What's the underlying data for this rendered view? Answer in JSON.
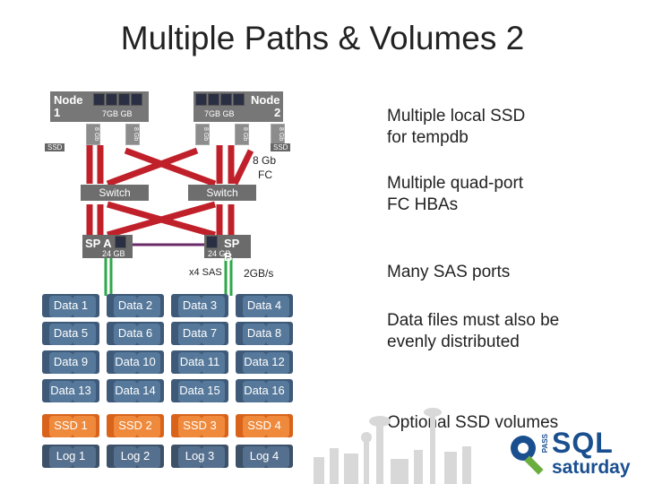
{
  "title": "Multiple Paths & Volumes 2",
  "nodes": [
    {
      "label_line1": "Node",
      "label_line2": "1",
      "memory": "7GB GB",
      "ssd": "SSD"
    },
    {
      "label_line1": "Node",
      "label_line2": "2",
      "memory": "7GB GB",
      "ssd": "SSD"
    }
  ],
  "hba_card_text": "8 Gb",
  "fc_label": "8 Gb\nFC",
  "fc_label_line1": "8 Gb",
  "fc_label_line2": "FC",
  "switches": [
    "Switch",
    "Switch"
  ],
  "storage_processors": [
    {
      "label": "SP A",
      "memory": "24 GB"
    },
    {
      "label": "SP B",
      "memory": "24 GB"
    }
  ],
  "sas_label": "x4 SAS",
  "bandwidth_label": "2GB/s",
  "data_volumes": [
    [
      "Data 1",
      "Data 2",
      "Data 3",
      "Data 4"
    ],
    [
      "Data 5",
      "Data 6",
      "Data 7",
      "Data 8"
    ],
    [
      "Data 9",
      "Data 10",
      "Data 11",
      "Data 12"
    ],
    [
      "Data 13",
      "Data 14",
      "Data 15",
      "Data 16"
    ]
  ],
  "ssd_volumes": [
    "SSD 1",
    "SSD 2",
    "SSD 3",
    "SSD 4"
  ],
  "log_volumes": [
    "Log 1",
    "Log 2",
    "Log 3",
    "Log 4"
  ],
  "bullets": [
    {
      "line1": "Multiple local SSD",
      "line2": "for tempdb"
    },
    {
      "line1": "Multiple quad-port",
      "line2": "FC HBAs"
    },
    {
      "line1": "Many SAS ports",
      "line2": ""
    },
    {
      "line1": "Data files must also be",
      "line2": "evenly distributed"
    },
    {
      "line1": "Optional SSD volumes",
      "line2": ""
    }
  ],
  "logo": {
    "pass": "PASS",
    "sql": "SQL",
    "saturday": "saturday"
  },
  "colors": {
    "node_gray": "#777777",
    "fc_red": "#c0202a",
    "sas_green": "#2ea84a",
    "sp_link_purple": "#6a2a6a",
    "data_blue": "#3e5a78",
    "ssd_orange": "#d9631a",
    "logo_blue": "#1a4f8f",
    "logo_green": "#6cae3e"
  }
}
